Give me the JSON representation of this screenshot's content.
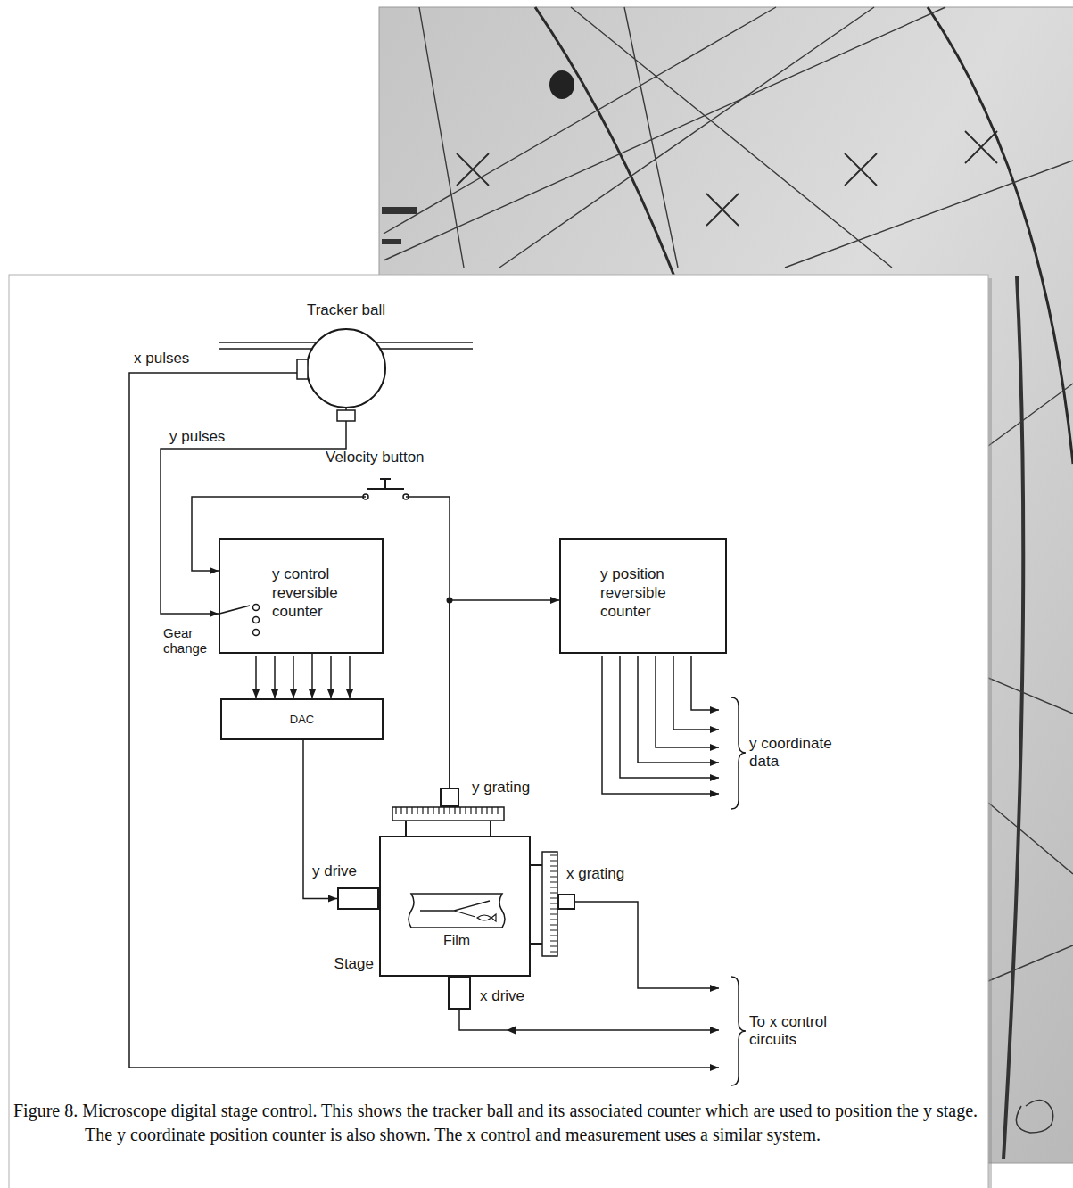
{
  "diagram": {
    "caption": "Figure 8. Microscope digital stage control. This shows the tracker ball and its associated counter which are used to position the y stage. The y coordinate position counter is also shown. The x control and measurement uses a similar system.",
    "nodes": [
      {
        "text": [
          "Tracker ball"
        ]
      },
      {
        "text": [
          "y control reversible counter"
        ]
      },
      {
        "text": [
          "DAC"
        ]
      },
      {
        "text": [
          "y position reversible counter"
        ]
      },
      {
        "text": [
          "Stage"
        ]
      },
      {
        "text": [
          "Film"
        ],
        "in": 4
      },
      {
        "text": [
          "y grating"
        ]
      },
      {
        "text": [
          "y drive"
        ]
      },
      {
        "text": [
          "x grating"
        ]
      },
      {
        "text": [
          "x drive"
        ]
      }
    ],
    "edges": [
      {
        "from": 0,
        "to": 1,
        "label": "y pulses",
        "arrow": "to"
      },
      {
        "from": 6,
        "to": 1,
        "arrow": "to"
      },
      {
        "from": 6,
        "to": 3,
        "arrow": "to"
      },
      {
        "from": 1,
        "to": 2,
        "arrow": "to"
      },
      {
        "from": 2,
        "to": 7,
        "arrow": "to"
      }
    ],
    "labels": [
      "x pulses",
      "Velocity button",
      "Gear change",
      "y coordinate data",
      "To x control circuits"
    ]
  }
}
